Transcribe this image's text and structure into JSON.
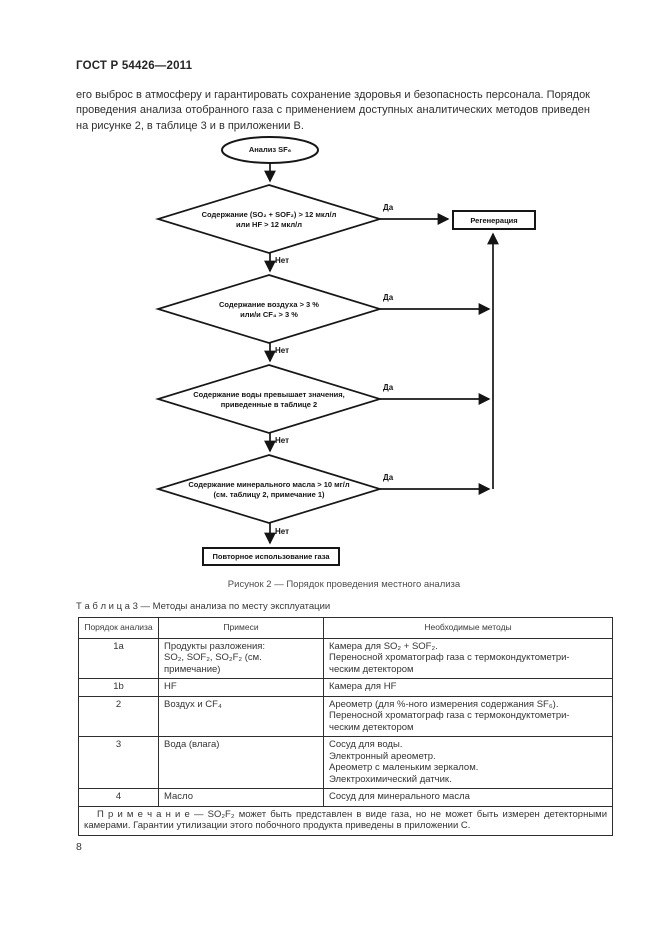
{
  "doc": {
    "standard": "ГОСТ Р 54426—2011",
    "paragraph": "его выброс в атмосферу и гарантировать сохранение здоровья и безопасность персонала. Порядок проведения анализа отобранного газа с применением доступных аналитических методов приведен на рисунке 2, в таблице 3 и в приложении В.",
    "page_number": "8"
  },
  "flowchart": {
    "start": "Анализ SF₆",
    "yes": "Да",
    "no": "Нет",
    "d1": "Содержание (SO₂ + SOF₂) > 12 мкл/л\nили HF > 12 мкл/л",
    "d2": "Содержание воздуха > 3 %\nили/и CF₄ > 3 %",
    "d3": "Содержание воды превышает значения,\nприведенные в таблице 2",
    "d4": "Содержание минерального масла > 10 мг/л\n(см. таблицу 2, примечание 1)",
    "regeneration": "Регенерация",
    "reuse": "Повторное использование газа",
    "caption": "Рисунок 2 — Порядок проведения местного анализа"
  },
  "table": {
    "title": "Т а б л и ц а  3 — Методы анализа по месту эксплуатации",
    "headers": [
      "Порядок анализа",
      "Примеси",
      "Необходимые методы"
    ],
    "rows": [
      {
        "order": "1а",
        "impurity": "Продукты разложения:\nSO₂, SOF₂, SO₂F₂ (см. примечание)",
        "methods": "Камера для SO₂ + SOF₂.\nПереносной хроматограф газа с термокондуктометри-\nческим детектором"
      },
      {
        "order": "1b",
        "impurity": "HF",
        "methods": "Камера для HF"
      },
      {
        "order": "2",
        "impurity": "Воздух и CF₄",
        "methods": "Ареометр (для %-ного измерения содержания SF₆).\nПереносной хроматограф газа с термокондуктометри-\nческим детектором"
      },
      {
        "order": "3",
        "impurity": "Вода (влага)",
        "methods": "Сосуд для воды.\nЭлектронный ареометр.\nАреометр с маленьким зеркалом.\nЭлектрохимический датчик."
      },
      {
        "order": "4",
        "impurity": "Масло",
        "methods": "Сосуд для минерального масла"
      }
    ],
    "note": "П р и м е ч а н и е  — SO₂F₂ может быть представлен в виде газа, но не может быть измерен детекторными камерами. Гарантии утилизации этого побочного продукта приведены в приложении С."
  }
}
